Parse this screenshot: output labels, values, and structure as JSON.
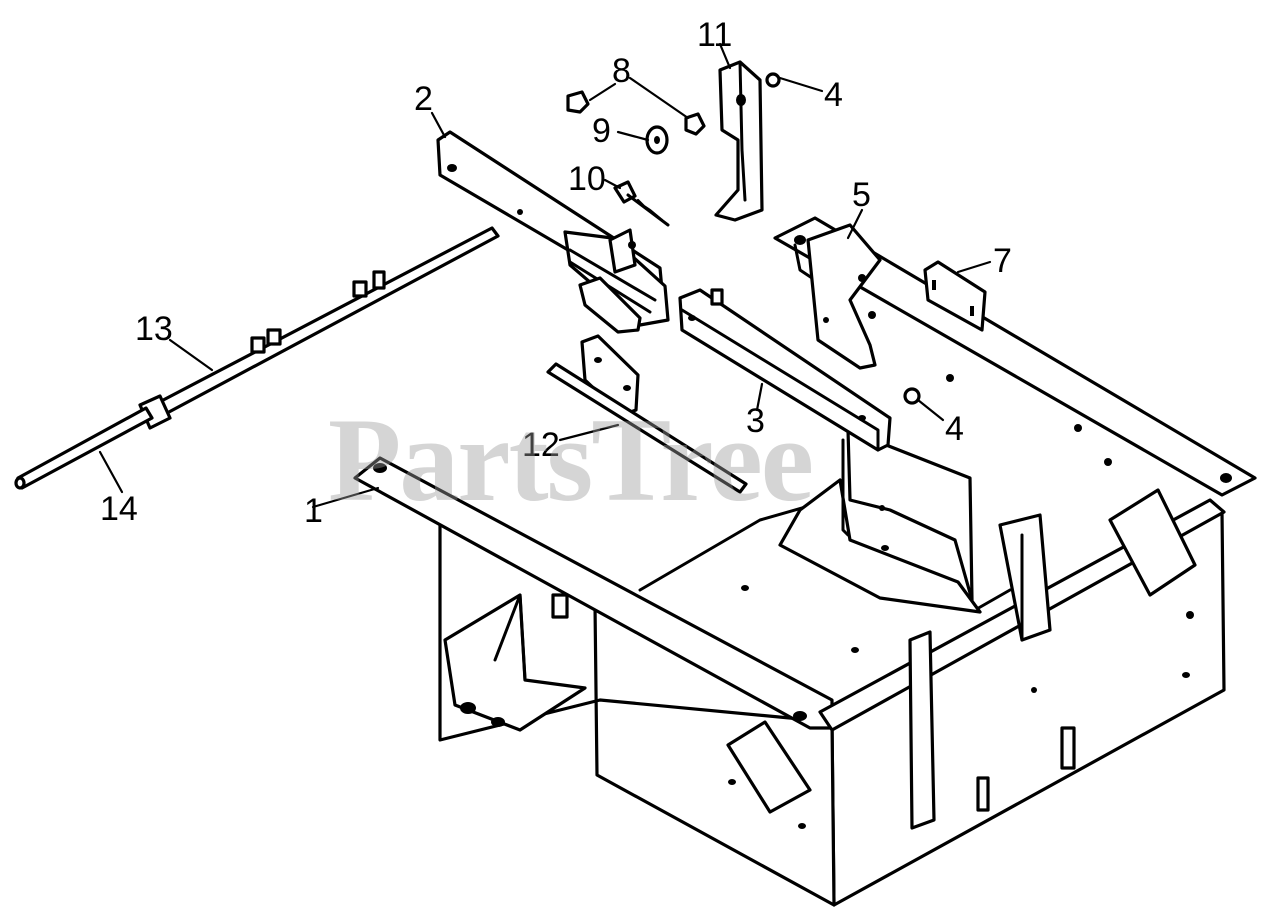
{
  "watermark": "PartsTree",
  "callouts": {
    "c1": "1",
    "c2": "2",
    "c3": "3",
    "c4a": "4",
    "c4b": "4",
    "c5": "5",
    "c7": "7",
    "c8": "8",
    "c9": "9",
    "c10": "10",
    "c11": "11",
    "c12": "12",
    "c13": "13",
    "c14": "14"
  },
  "colors": {
    "ink": "#000000",
    "paper": "#ffffff",
    "watermark": "#9a9a9a"
  }
}
